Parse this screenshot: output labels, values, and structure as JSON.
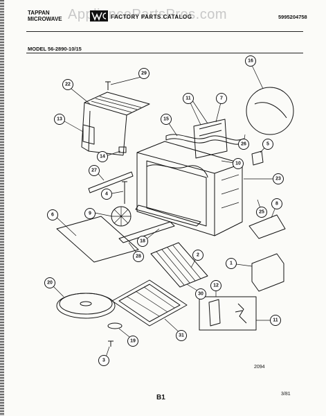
{
  "header": {
    "brand_line1": "TAPPAN",
    "brand_line2": "MICROWAVE",
    "catalog_title": "FACTORY PARTS CATALOG",
    "part_number": "5995204758",
    "watermark": "AppliancePartsPros.com"
  },
  "model_label": "MODEL 56-2890-10/15",
  "callouts": [
    "29",
    "22",
    "16",
    "13",
    "11",
    "7",
    "15",
    "26",
    "5",
    "14",
    "10",
    "27",
    "23",
    "4",
    "8",
    "9",
    "6",
    "25",
    "18",
    "28",
    "2",
    "1",
    "20",
    "12",
    "30",
    "11",
    "31",
    "19",
    "3"
  ],
  "footer": {
    "diagram_code": "2094",
    "page_id": "B1",
    "date": "3/81"
  }
}
